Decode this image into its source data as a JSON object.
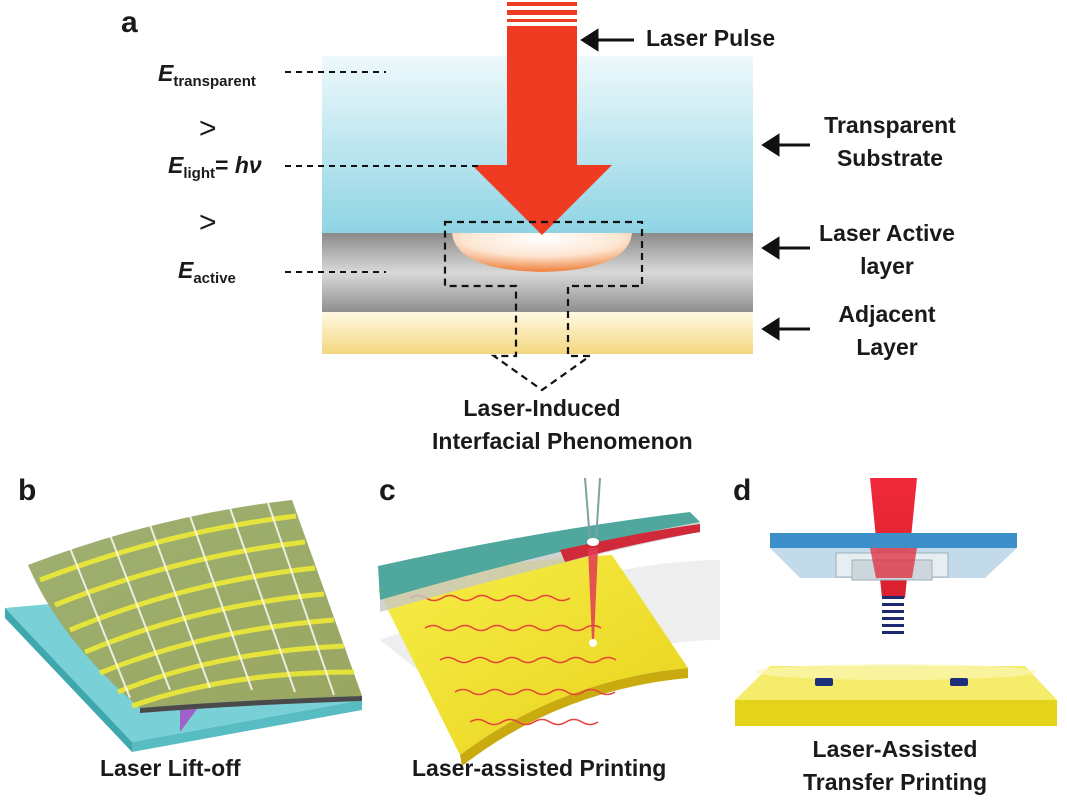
{
  "panels": {
    "a": {
      "letter": "a",
      "laser_pulse": "Laser Pulse",
      "transparent_substrate": [
        "Transparent",
        "Substrate"
      ],
      "laser_active_layer": [
        "Laser Active",
        "layer"
      ],
      "adjacent_layer": [
        "Adjacent",
        "Layer"
      ],
      "phenomenon": [
        "Laser-Induced",
        "Interfacial Phenomenon"
      ],
      "energy": {
        "transparent": {
          "symbol": "E",
          "subscript": "transparent"
        },
        "gt1": ">",
        "light": {
          "symbol": "E",
          "subscript": "light",
          "equals": "= ",
          "formula": "hν"
        },
        "gt2": ">",
        "active": {
          "symbol": "E",
          "subscript": "active"
        }
      },
      "colors": {
        "laser": "#ef3b22",
        "substrate": "#a9deea",
        "active_layer": "#9c9c9c",
        "adjacent_layer": "#f5dd8c"
      }
    },
    "b": {
      "letter": "b",
      "caption": "Laser Lift-off"
    },
    "c": {
      "letter": "c",
      "caption": "Laser-assisted Printing"
    },
    "d": {
      "letter": "d",
      "caption": [
        "Laser-Assisted",
        "Transfer Printing"
      ]
    }
  }
}
